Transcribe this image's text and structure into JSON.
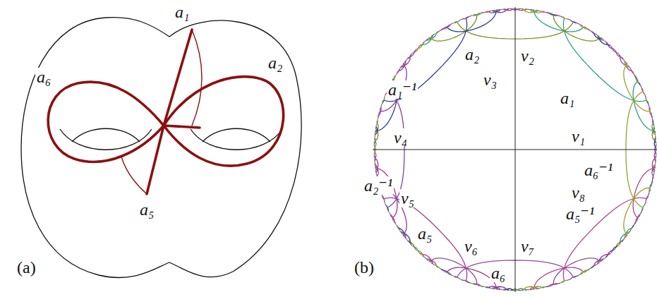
{
  "diagram": {
    "labels": [
      "a₁",
      "a₆",
      "a₂",
      "a₅",
      "(a)",
      "a₂",
      "v₂",
      "v₃",
      "a₁",
      "a₁⁻¹",
      "v₁",
      "v₄",
      "a₆⁻¹",
      "a₂⁻¹",
      "v₈",
      "v₅",
      "a₅⁻¹",
      "a₅",
      "v₆",
      "v₇",
      "a₆",
      "(b)"
    ]
  }
}
